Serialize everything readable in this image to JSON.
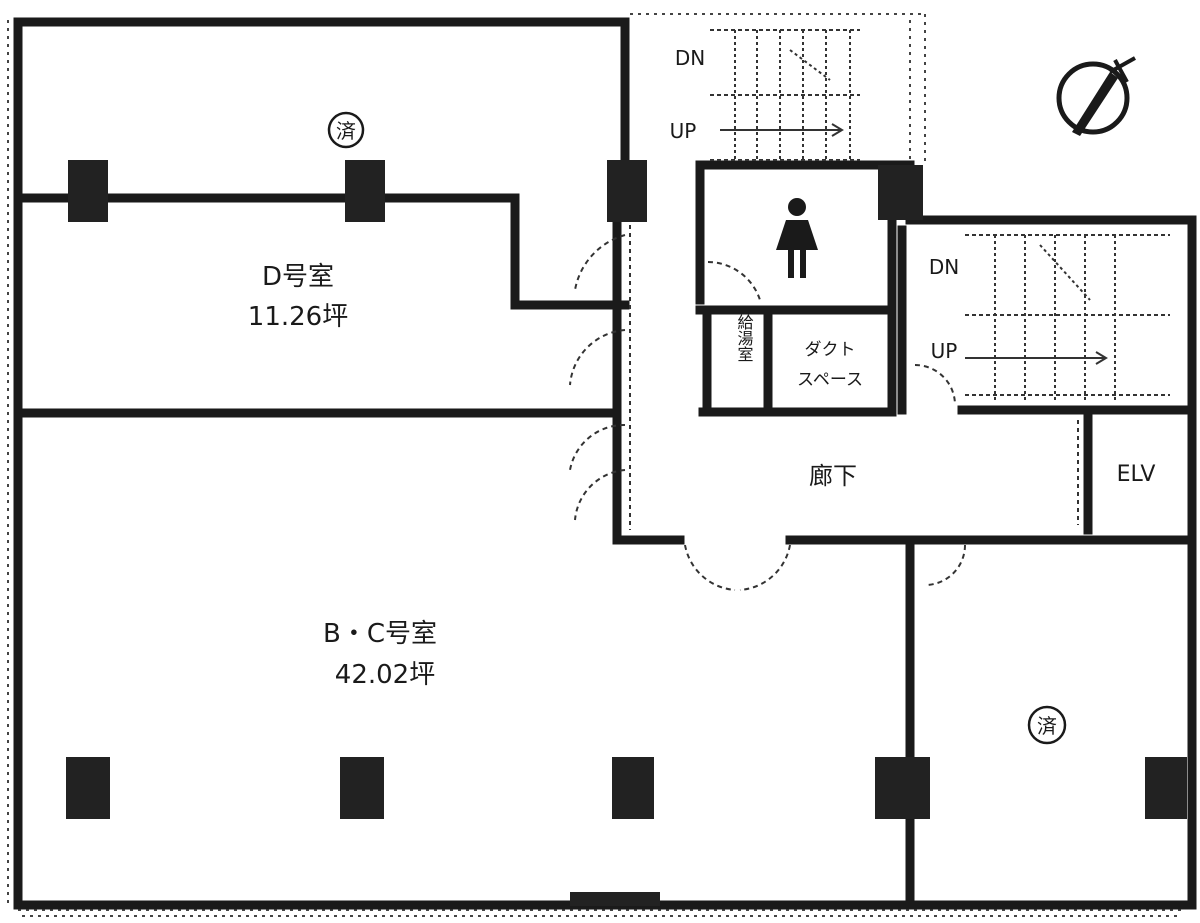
{
  "rooms": {
    "d": {
      "name": "D号室",
      "area": "11.26坪",
      "status": "済"
    },
    "bc": {
      "name": "B・C号室",
      "area": "42.02坪"
    },
    "a": {
      "status": "済"
    }
  },
  "stairs_upper": {
    "dn": "DN",
    "up": "UP"
  },
  "stairs_right": {
    "dn": "DN",
    "up": "UP"
  },
  "toilet": {
    "icon": "female-restroom-icon"
  },
  "water_room": "給湯室",
  "duct_space": {
    "line1": "ダクト",
    "line2": "スペース"
  },
  "corridor": "廊下",
  "elevator": "ELV",
  "compass": {
    "icon": "north-arrow-icon"
  }
}
